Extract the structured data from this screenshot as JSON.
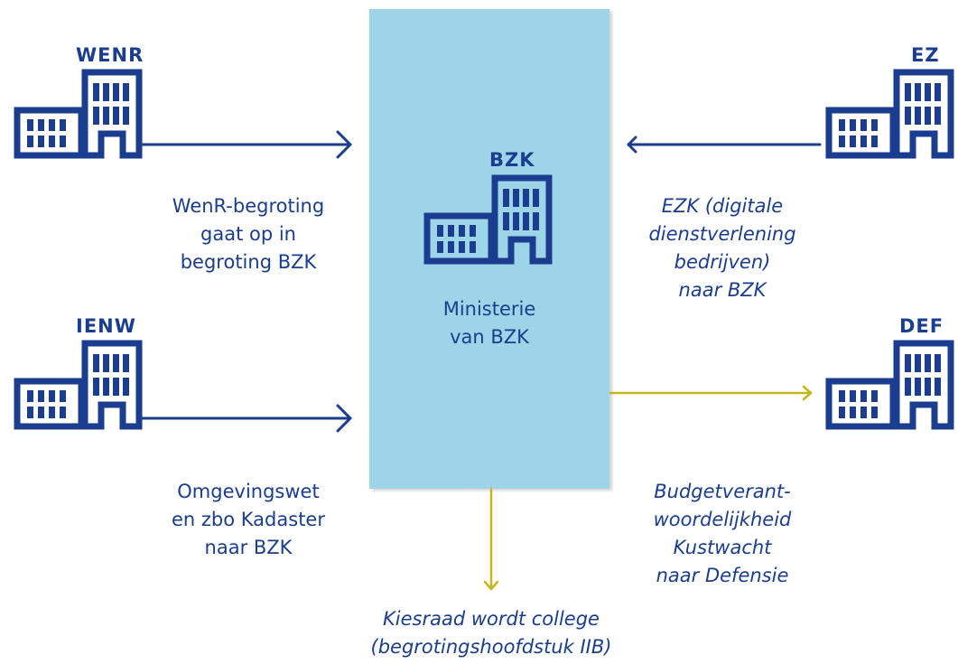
{
  "colors": {
    "blue": "#1a3d8f",
    "light_blue": "#9dd4e8",
    "yellow": "#c3b51c",
    "white": "#ffffff"
  },
  "center": {
    "abbr": "BZK",
    "label_lines": [
      "Ministerie",
      "van BZK"
    ]
  },
  "ministries": {
    "wenr": {
      "abbr": "WENR"
    },
    "ienw": {
      "abbr": "IENW"
    },
    "ez": {
      "abbr": "EZ"
    },
    "def": {
      "abbr": "DEF"
    }
  },
  "flows": {
    "wenr": {
      "lines": [
        "WenR-begroting",
        "gaat op in",
        "begroting BZK"
      ]
    },
    "ienw": {
      "lines": [
        "Omgevingswet",
        "en zbo Kadaster",
        "naar BZK"
      ]
    },
    "ezk": {
      "lines": [
        "EZK (digitale",
        "dienstverlening",
        "bedrijven)",
        "naar BZK"
      ]
    },
    "def": {
      "lines": [
        "Budgetverant-",
        "woordelijkheid",
        "Kustwacht",
        "naar Defensie"
      ]
    },
    "kiesraad": {
      "lines": [
        "Kiesraad wordt college",
        "(begrotingshoofdstuk IIB)"
      ]
    }
  },
  "icons": {
    "building": "building-icon"
  }
}
